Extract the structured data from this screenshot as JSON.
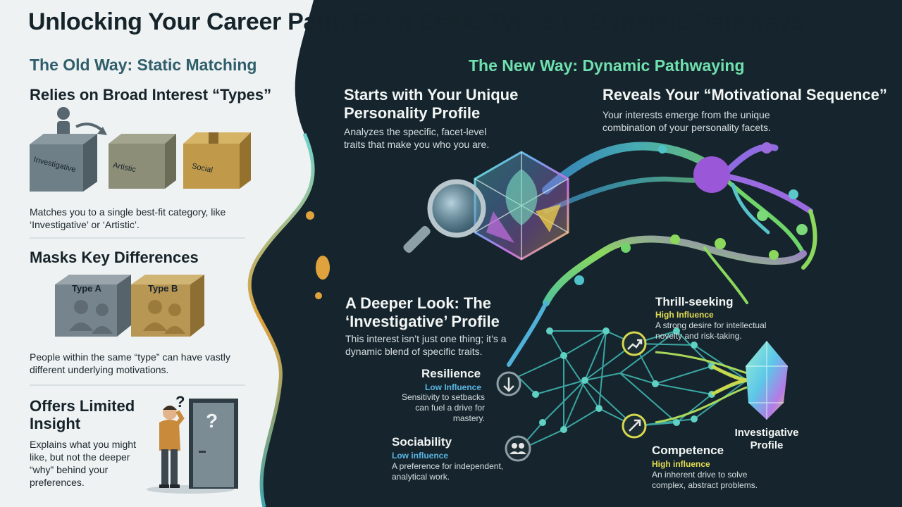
{
  "title": "Unlocking Your Career Path: From Static Types to Dynamic Pathways",
  "old_way": {
    "heading": "The Old Way: Static Matching",
    "s1": {
      "title": "Relies on Broad Interest “Types”",
      "box_labels": [
        "Investigative",
        "Artistic",
        "Social"
      ],
      "text": "Matches you to a single best-fit category, like ‘Investigative’ or ‘Artistic’."
    },
    "s2": {
      "title": "Masks Key Differences",
      "type_labels": [
        "Type A",
        "Type B"
      ],
      "text": "People within the same “type” can have vastly different underlying motivations."
    },
    "s3": {
      "title": "Offers Limited Insight",
      "question_mark": "?",
      "door_mark": "?",
      "text": "Explains what you might like, but not the deeper “why” behind your preferences."
    }
  },
  "new_way": {
    "heading": "The New Way: Dynamic Pathwaying",
    "profile": {
      "title": "Starts with Your Unique Personality Profile",
      "text": "Analyzes the specific, facet-level traits that make you who you are."
    },
    "sequence": {
      "title": "Reveals Your “Motivational Sequence”",
      "text": "Your interests emerge from the unique combination of your personality facets."
    },
    "deeper": {
      "title": "A Deeper Look: The ‘Investigative’ Profile",
      "text": "This interest isn’t just one thing; it’s a dynamic blend of specific traits."
    },
    "traits": {
      "thrill": {
        "name": "Thrill-seeking",
        "influence": "High Influence",
        "desc": "A strong desire for intellectual novelty and risk-taking."
      },
      "resilience": {
        "name": "Resilience",
        "influence": "Low Influence",
        "desc": "Sensitivity to setbacks can fuel a drive for mastery."
      },
      "sociability": {
        "name": "Sociability",
        "influence": "Low influence",
        "desc": "A preference for independent, analytical work."
      },
      "competence": {
        "name": "Competence",
        "influence": "High influence",
        "desc": "An inherent drive to solve complex, abstract problems."
      }
    },
    "result": "Investigative Profile"
  },
  "colors": {
    "dark_bg": "#16252d",
    "light_bg": "#eef2f3",
    "old_heading": "#2f5e6a",
    "new_heading": "#6fe0ae",
    "high_influence": "#e3dc53",
    "low_influence": "#58b6e4",
    "gray_box": "#6f7f88",
    "olive_box": "#8c8e77",
    "tan_box": "#c09a4a"
  }
}
